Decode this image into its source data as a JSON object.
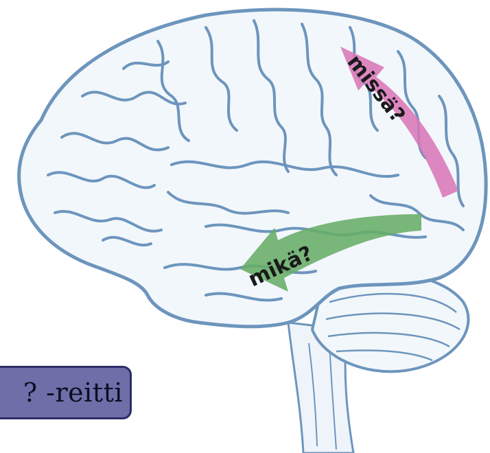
{
  "diagram": {
    "dorsal_label": "missä?",
    "ventral_label": "mikä?",
    "route_label": "? -reitti"
  },
  "colors": {
    "brain_fill": "#f2f7fb",
    "brain_line": "#6d95bd",
    "dorsal_arrow": "#d977b8",
    "ventral_arrow": "#66ad66",
    "box_fill": "#6e6ea8",
    "box_border": "#2e2c66"
  }
}
